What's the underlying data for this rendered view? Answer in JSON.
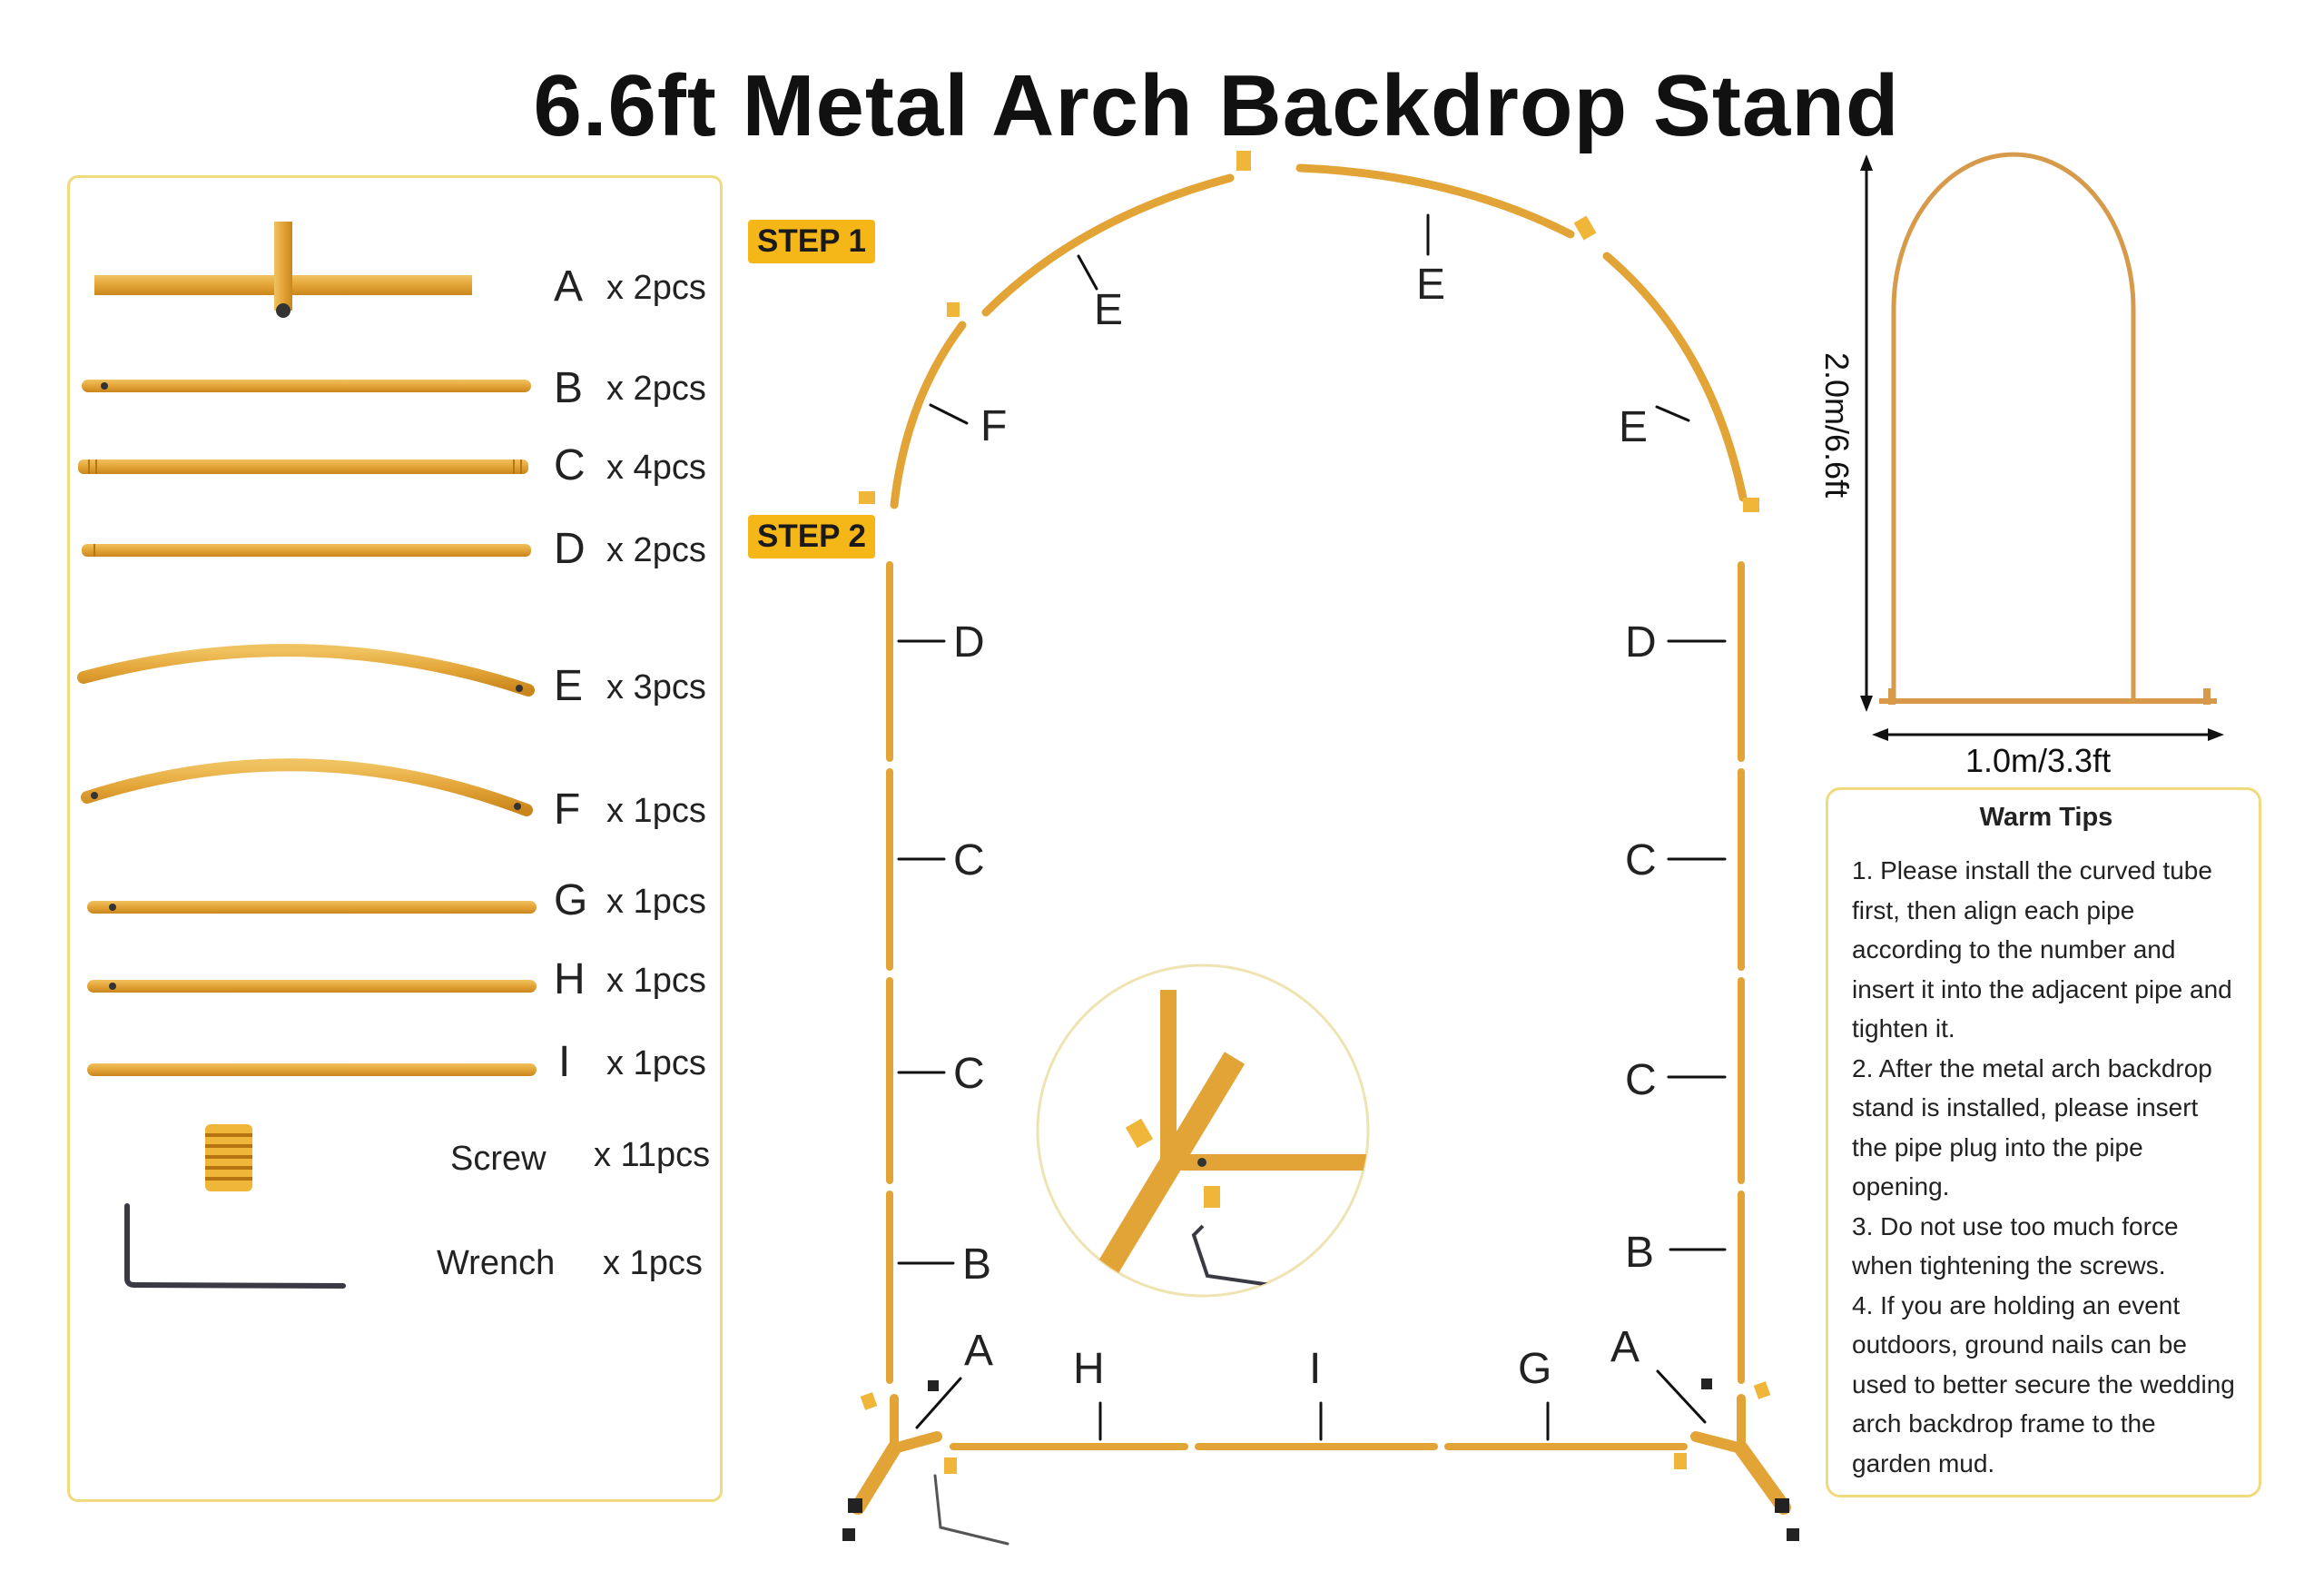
{
  "title": "6.6ft Metal Arch Backdrop Stand",
  "parts": [
    {
      "label": "A",
      "qty": "x 2pcs"
    },
    {
      "label": "B",
      "qty": "x 2pcs"
    },
    {
      "label": "C",
      "qty": "x 4pcs"
    },
    {
      "label": "D",
      "qty": "x 2pcs"
    },
    {
      "label": "E",
      "qty": "x 3pcs"
    },
    {
      "label": "F",
      "qty": "x 1pcs"
    },
    {
      "label": "G",
      "qty": "x 1pcs"
    },
    {
      "label": "H",
      "qty": "x 1pcs"
    },
    {
      "label": "I",
      "qty": "x 1pcs"
    },
    {
      "label": "Screw",
      "qty": "x 11pcs"
    },
    {
      "label": "Wrench",
      "qty": "x 1pcs"
    }
  ],
  "steps": [
    "STEP 1",
    "STEP 2"
  ],
  "callouts": {
    "arch_e_left": "E",
    "arch_e_top": "E",
    "arch_e_right": "E",
    "arch_f": "F",
    "d_left": "D",
    "d_right": "D",
    "c_left_1": "C",
    "c_right_1": "C",
    "c_left_2": "C",
    "c_right_2": "C",
    "b_left": "B",
    "b_right": "B",
    "a_left": "A",
    "a_right": "A",
    "h": "H",
    "i": "I",
    "g": "G"
  },
  "dimensions": {
    "height": "2.0m/6.6ft",
    "width": "1.0m/3.3ft"
  },
  "tips": {
    "title": "Warm Tips",
    "items": [
      "1. Please install the curved tube first, then align each pipe according to the number and insert it into the adjacent pipe and tighten it.",
      "2. After the metal arch backdrop stand is installed, please insert the pipe plug into the pipe opening.",
      "3. Do not use too much force when tightening the screws.",
      "4. If you are holding an event outdoors, ground nails can be used to better secure the wedding arch backdrop frame to the garden mud."
    ]
  },
  "colors": {
    "pipe": "#e3a437",
    "pipe_dark": "#c9861c",
    "accent": "#f5b617",
    "border": "#f1da7e"
  }
}
